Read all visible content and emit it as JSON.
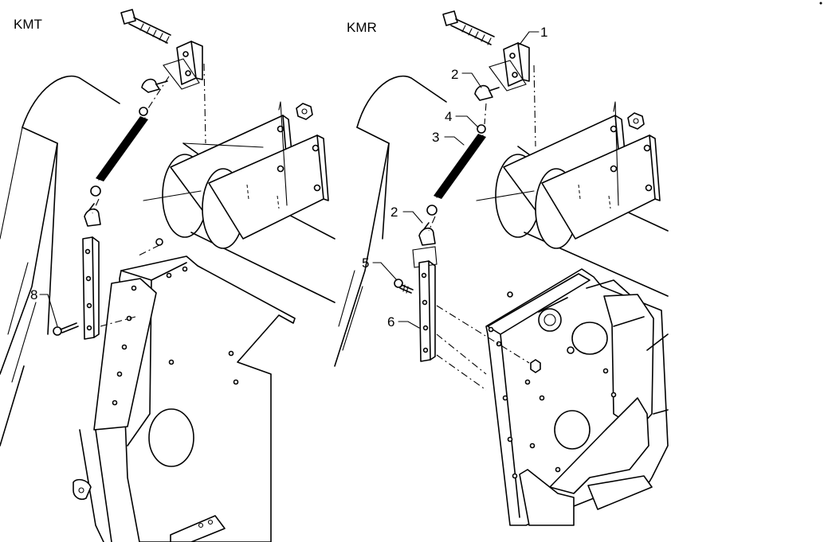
{
  "variants": {
    "left": "KMT",
    "right": "KMR"
  },
  "callouts": {
    "c1": "1",
    "c2a": "2",
    "c2b": "2",
    "c3": "3",
    "c4": "4",
    "c5": "5",
    "c6": "6",
    "c8": "8"
  }
}
